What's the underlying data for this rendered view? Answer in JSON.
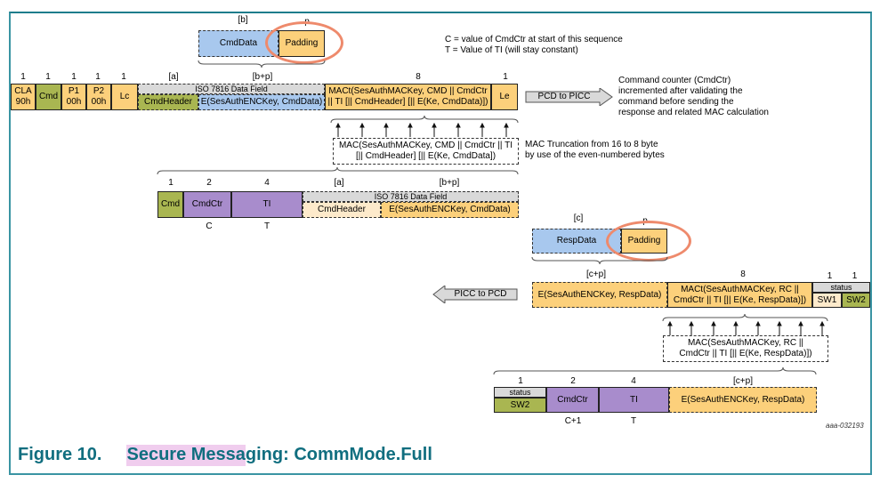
{
  "figure": {
    "number_label": "Figure 10.",
    "title_highlighted": "Secure Messa",
    "title_rest": "ging: CommMode.Full",
    "image_id_tag": "aaa-032193"
  },
  "notes": {
    "c_definition": "C = value of CmdCtr at start of this sequence",
    "t_definition": "T = Value of TI (will stay constant)",
    "cmd_counter_line1": "Command counter (CmdCtr)",
    "cmd_counter_line2": "incremented after validating the",
    "cmd_counter_line3": "command before sending the",
    "cmd_counter_line4": "response and related MAC calculation",
    "mac_trunc_line1": "MAC Truncation from 16 to 8 byte",
    "mac_trunc_line2": "by use of the even-numbered bytes"
  },
  "arrows": {
    "pcd_to_picc": "PCD to PICC",
    "picc_to_pcd": "PICC to PCD"
  },
  "cmd_plain": {
    "cmddata_size": "[b]",
    "padding_size": "p",
    "cmddata": "CmdData",
    "padding": "Padding"
  },
  "command_apdu": {
    "sizes": [
      "1",
      "1",
      "1",
      "1",
      "1",
      "[a]",
      "[b+p]",
      "8",
      "1"
    ],
    "cla_line1": "CLA",
    "cla_line2": "90h",
    "cmd": "Cmd",
    "p1_line1": "P1",
    "p1_line2": "00h",
    "p2_line1": "P2",
    "p2_line2": "00h",
    "lc": "Lc",
    "data_field_label": "ISO 7816 Data Field",
    "cmdheader": "CmdHeader",
    "enc_cmddata": "E(SesAuthENCKey, CmdData)",
    "mac_line1": "MACt(SesAuthMACKey, CMD || CmdCtr",
    "mac_line2": "|| TI [|| CmdHeader] [|| E(Ke, CmdData)])",
    "le": "Le"
  },
  "cmd_mac_full": {
    "line1": "MAC(SesAuthMACKey, CMD || CmdCtr || TI",
    "line2": "[|| CmdHeader] [|| E(Ke, CmdData])"
  },
  "cmd_mac_input": {
    "sizes": [
      "1",
      "2",
      "4",
      "[a]",
      "[b+p]"
    ],
    "cmd": "Cmd",
    "cmdctr": "CmdCtr",
    "ti": "TI",
    "data_field_label": "ISO 7816 Data Field",
    "cmdheader": "CmdHeader",
    "enc_cmddata": "E(SesAuthENCKey, CmdData)",
    "under_cmdctr": "C",
    "under_ti": "T"
  },
  "resp_plain": {
    "respdata_size": "[c]",
    "padding_size": "p",
    "respdata": "RespData",
    "padding": "Padding"
  },
  "response_apdu": {
    "sizes": [
      "[c+p]",
      "8",
      "1",
      "1"
    ],
    "enc_respdata": "E(SesAuthENCKey, RespData)",
    "mac_line1": "MACt(SesAuthMACKey, RC ||",
    "mac_line2": "CmdCtr || TI [|| E(Ke, RespData)])",
    "status_label": "status",
    "sw1": "SW1",
    "sw2": "SW2"
  },
  "resp_mac_full": {
    "line1": "MAC(SesAuthMACKey, RC ||",
    "line2": "CmdCtr || TI [|| E(Ke, RespData)])"
  },
  "resp_mac_input": {
    "sizes": [
      "1",
      "2",
      "4",
      "[c+p]"
    ],
    "status_label": "status",
    "sw2": "SW2",
    "cmdctr": "CmdCtr",
    "ti": "TI",
    "enc_respdata": "E(SesAuthENCKey, RespData)",
    "under_cmdctr": "C+1",
    "under_ti": "T"
  },
  "colors": {
    "frame": "#3a94a3",
    "caption": "#106e7f",
    "highlight": "#f0cdee",
    "orange": "#fcd07b",
    "olive": "#a9b651",
    "blue": "#a8c8ee",
    "purple": "#a88ccc",
    "ellipse": "#ee8a6c"
  }
}
